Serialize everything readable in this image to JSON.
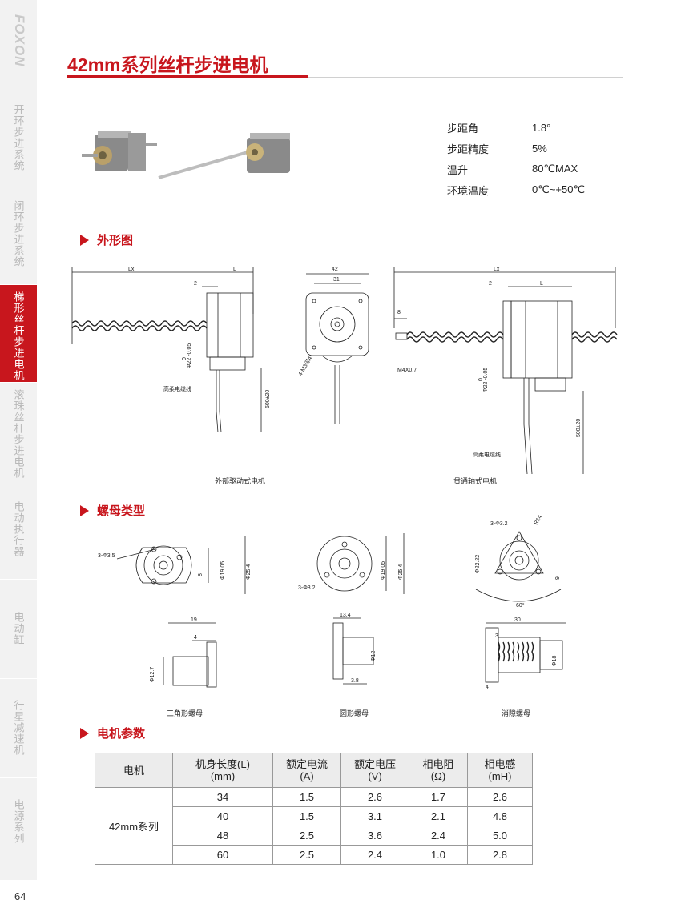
{
  "brand": {
    "logo": "FOXON"
  },
  "nav": {
    "items": [
      {
        "label": "开环步进系统",
        "active": false
      },
      {
        "label": "闭环步进系统",
        "active": false
      },
      {
        "label": "梯形丝杆步进电机",
        "active": true
      },
      {
        "label": "滚珠丝杆步进电机",
        "active": false
      },
      {
        "label": "电动执行器",
        "active": false
      },
      {
        "label": "电动缸",
        "active": false
      },
      {
        "label": "行星减速机",
        "active": false
      },
      {
        "label": "电源系列",
        "active": false
      }
    ]
  },
  "page": {
    "title": "42mm系列丝杆步进电机",
    "number": "64"
  },
  "specs": [
    {
      "key": "步距角",
      "value": "1.8°"
    },
    {
      "key": "步距精度",
      "value": "5%"
    },
    {
      "key": "温升",
      "value": "80℃MAX"
    },
    {
      "key": "环境温度",
      "value": "0℃~+50℃"
    }
  ],
  "sections": {
    "outline": "外形图",
    "nut": "螺母类型",
    "params": "电机参数"
  },
  "drawings": {
    "external": {
      "caption": "外部驱动式电机",
      "dims": {
        "lx": "Lx",
        "l": "L",
        "two": "2",
        "shaft": "Φ22 -0.05",
        "zero": "0",
        "cable_len": "500±20",
        "cable": "高柔电缆线"
      }
    },
    "front": {
      "dims": {
        "w42": "42",
        "w31": "31",
        "holes": "4-M3深4"
      }
    },
    "through": {
      "caption": "贯通轴式电机",
      "dims": {
        "lx": "Lx",
        "l": "L",
        "two": "2",
        "eight": "8",
        "thread": "M4X0.7",
        "shaft": "Φ22 -0.05",
        "zero": "0",
        "cable_len": "500±20",
        "cable": "高柔电缆线"
      }
    }
  },
  "nuts": {
    "triangle_front": {
      "holes": "3-Φ3.5",
      "d1": "Φ19.05",
      "d2": "Φ25.4",
      "d3": "8"
    },
    "round_front": {
      "holes": "3-Φ3.2",
      "d1": "Φ19.05",
      "d2": "Φ25.4"
    },
    "antibacklash_front": {
      "holes": "3-Φ3.2",
      "r": "R14",
      "h": "Φ22.22",
      "w": "9",
      "angle": "60°"
    },
    "triangle_side": {
      "caption": "三角形螺母",
      "w": "19",
      "t": "4",
      "d": "Φ12.7"
    },
    "round_side": {
      "caption": "圆形螺母",
      "w": "13.4",
      "d": "Φ12",
      "t": "3.8"
    },
    "antibacklash_side": {
      "caption": "消隙螺母",
      "w": "30",
      "t": "3",
      "t2": "4",
      "d": "Φ18"
    }
  },
  "table": {
    "headers": [
      {
        "l1": "电机",
        "l2": ""
      },
      {
        "l1": "机身长度(L)",
        "l2": "(mm)"
      },
      {
        "l1": "额定电流",
        "l2": "(A)"
      },
      {
        "l1": "额定电压",
        "l2": "(V)"
      },
      {
        "l1": "相电阻",
        "l2": "(Ω)"
      },
      {
        "l1": "相电感",
        "l2": "(mH)"
      }
    ],
    "series": "42mm系列",
    "rows": [
      [
        "34",
        "1.5",
        "2.6",
        "1.7",
        "2.6"
      ],
      [
        "40",
        "1.5",
        "3.1",
        "2.1",
        "4.8"
      ],
      [
        "48",
        "2.5",
        "3.6",
        "2.4",
        "5.0"
      ],
      [
        "60",
        "2.5",
        "2.4",
        "1.0",
        "2.8"
      ]
    ]
  },
  "colors": {
    "accent": "#c8161d",
    "nav_bg": "#f2f2f2",
    "header_bg": "#ececec"
  }
}
